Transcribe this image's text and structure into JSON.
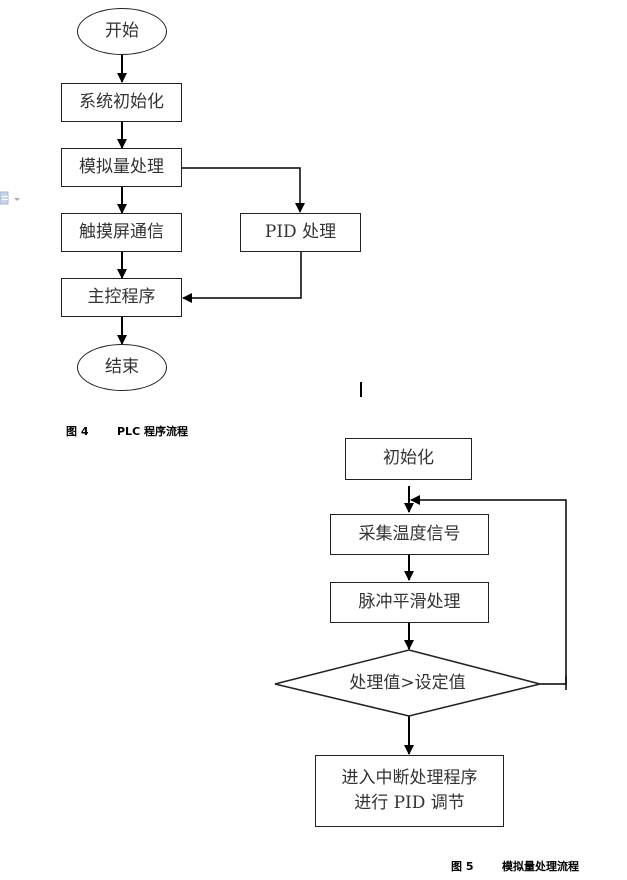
{
  "figure4": {
    "caption_num": "图 4",
    "caption_title": "PLC 程序流程",
    "nodes": {
      "start": "开始",
      "init": "系统初始化",
      "analog": "模拟量处理",
      "touch": "触摸屏通信",
      "pid": "PID 处理",
      "main": "主控程序",
      "end": "结束"
    }
  },
  "figure5": {
    "caption_num": "图 5",
    "caption_title": "模拟量处理流程",
    "nodes": {
      "init": "初始化",
      "collect": "采集温度信号",
      "smooth": "脉冲平滑处理",
      "decision": "处理值>设定值",
      "interrupt_line1": "进入中断处理程序",
      "interrupt_line2": "进行 PID 调节"
    }
  },
  "icons": {
    "paste_options": "paste-options-icon"
  }
}
